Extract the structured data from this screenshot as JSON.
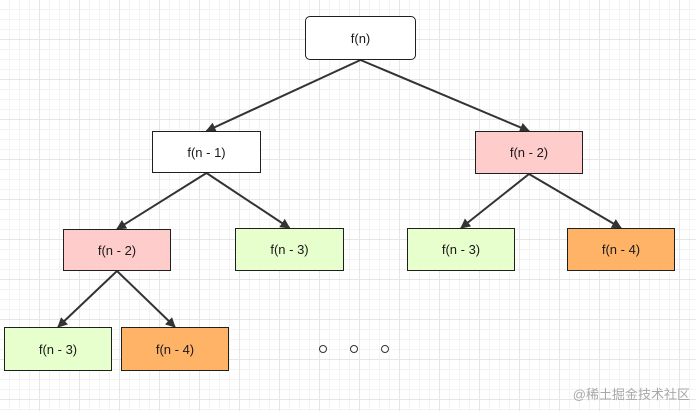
{
  "diagram": {
    "nodes": [
      {
        "id": "root",
        "label": "f(n)",
        "fill": "#ffffff"
      },
      {
        "id": "n1",
        "label": "f(n - 1)",
        "fill": "#ffffff"
      },
      {
        "id": "n2",
        "label": "f(n - 2)",
        "fill": "#ffcccc"
      },
      {
        "id": "n1a",
        "label": "f(n - 2)",
        "fill": "#ffcccc"
      },
      {
        "id": "n1b",
        "label": "f(n - 3)",
        "fill": "#e6ffcc"
      },
      {
        "id": "n2a",
        "label": "f(n - 3)",
        "fill": "#e6ffcc"
      },
      {
        "id": "n2b",
        "label": "f(n - 4)",
        "fill": "#ffb366"
      },
      {
        "id": "n1aa",
        "label": "f(n - 3)",
        "fill": "#e6ffcc"
      },
      {
        "id": "n1ab",
        "label": "f(n - 4)",
        "fill": "#ffb366"
      }
    ],
    "edges": [
      {
        "from": "root",
        "to": "n1"
      },
      {
        "from": "root",
        "to": "n2"
      },
      {
        "from": "n1",
        "to": "n1a"
      },
      {
        "from": "n1",
        "to": "n1b"
      },
      {
        "from": "n2",
        "to": "n2a"
      },
      {
        "from": "n2",
        "to": "n2b"
      },
      {
        "from": "n1a",
        "to": "n1aa"
      },
      {
        "from": "n1a",
        "to": "n1ab"
      }
    ],
    "ellipsis_icon": "three-dots-ellipsis",
    "line_color": "#333333"
  },
  "watermark": "@稀土掘金技术社区"
}
